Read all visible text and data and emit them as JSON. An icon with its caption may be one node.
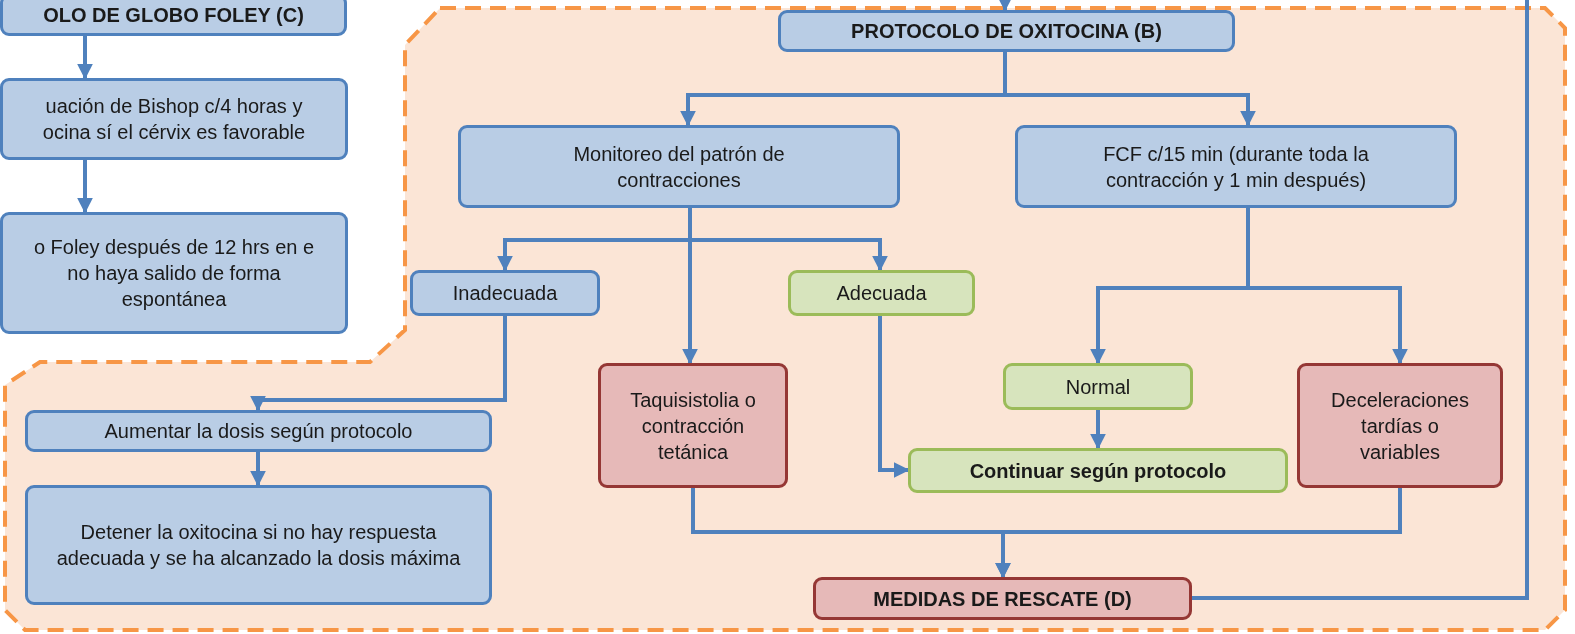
{
  "diagram": {
    "nodes": [
      {
        "text": [
          "OLO DE GLOBO FOLEY (C)"
        ]
      },
      {
        "text": [
          "uación de Bishop c/4 horas y ocina sí el cérvix es favorable"
        ]
      },
      {
        "text": [
          "o Foley después de 12 hrs en e no haya salido de forma espontánea"
        ]
      },
      {
        "text": [],
        "shape": "box"
      },
      {
        "text": [
          "PROTOCOLO DE OXITOCINA (B)"
        ],
        "in": 3
      },
      {
        "text": [
          "Monitoreo del patrón de contracciones"
        ],
        "in": 3
      },
      {
        "text": [
          "FCF c/15 min (durante toda la contracción y 1 min después)"
        ],
        "in": 3
      },
      {
        "text": [
          "Inadecuada"
        ],
        "in": 3
      },
      {
        "text": [
          "Adecuada"
        ],
        "in": 3
      },
      {
        "text": [
          "Taquisistolia o contracción tetánica"
        ],
        "in": 3
      },
      {
        "text": [
          "Normal"
        ],
        "in": 3
      },
      {
        "text": [
          "Deceleraciones tardías o variables"
        ],
        "in": 3
      },
      {
        "text": [
          "Aumentar la dosis según protocolo"
        ],
        "in": 3
      },
      {
        "text": [
          "Detener la oxitocina si no hay respuesta adecuada y se ha alcanzado la dosis máxima"
        ],
        "in": 3
      },
      {
        "text": [
          "Continuar según protocolo"
        ],
        "in": 3
      },
      {
        "text": [
          "MEDIDAS DE RESCATE (D)"
        ],
        "in": 3
      }
    ],
    "edges": [
      {
        "from": null,
        "to": 4,
        "arrow": "to"
      },
      {
        "from": 0,
        "to": 1,
        "arrow": "to"
      },
      {
        "from": 1,
        "to": 2,
        "arrow": "to"
      },
      {
        "from": 4,
        "to": 5,
        "arrow": "to"
      },
      {
        "from": 4,
        "to": 6,
        "arrow": "to"
      },
      {
        "from": 5,
        "to": 7,
        "arrow": "to"
      },
      {
        "from": 5,
        "to": 8,
        "arrow": "to"
      },
      {
        "from": 5,
        "to": 9,
        "arrow": "to"
      },
      {
        "from": 6,
        "to": 10,
        "arrow": "to"
      },
      {
        "from": 6,
        "to": 11,
        "arrow": "to"
      },
      {
        "from": 7,
        "to": 12,
        "arrow": "to"
      },
      {
        "from": 12,
        "to": 13,
        "arrow": "to"
      },
      {
        "from": 8,
        "to": 14,
        "arrow": "to"
      },
      {
        "from": 10,
        "to": 14,
        "arrow": "to"
      },
      {
        "from": 9,
        "to": 15,
        "arrow": "to"
      },
      {
        "from": 11,
        "to": 15,
        "arrow": "to"
      },
      {
        "from": 15,
        "to": null,
        "arrow": "none"
      }
    ]
  }
}
